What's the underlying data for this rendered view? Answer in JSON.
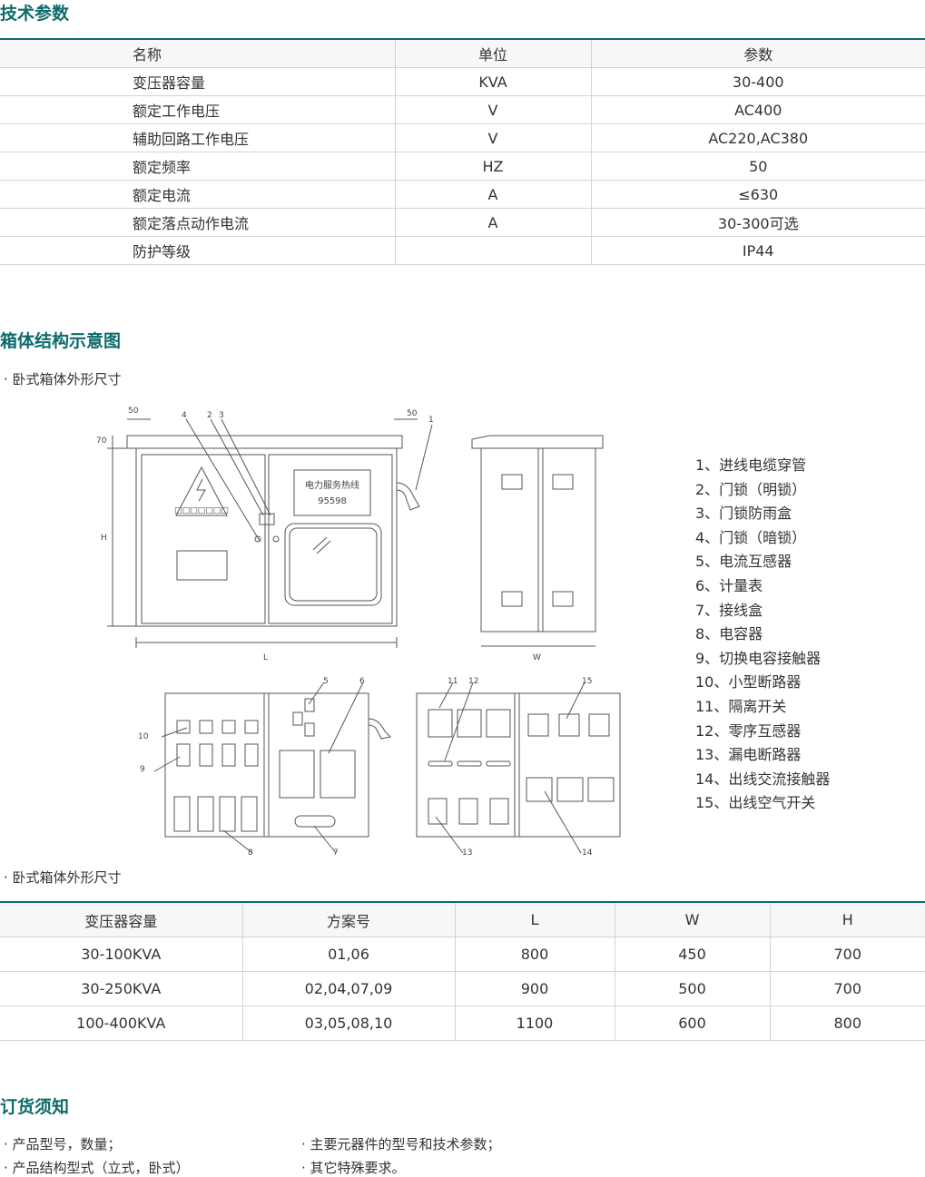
{
  "sections": {
    "tech_title": "技术参数",
    "diagram_title": "箱体结构示意图",
    "order_title": "订货须知"
  },
  "tech_table": {
    "headers": [
      "名称",
      "单位",
      "参数"
    ],
    "rows": [
      [
        "变压器容量",
        "KVA",
        "30-400"
      ],
      [
        "额定工作电压",
        "V",
        "AC400"
      ],
      [
        "辅助回路工作电压",
        "V",
        "AC220,AC380"
      ],
      [
        "额定频率",
        "HZ",
        "50"
      ],
      [
        "额定电流",
        "A",
        "≤630"
      ],
      [
        "额定落点动作电流",
        "A",
        "30-300可选"
      ],
      [
        "防护等级",
        "",
        "IP44"
      ]
    ]
  },
  "diagram": {
    "subtitle": "· 卧式箱体外形尺寸",
    "dims": {
      "top_left": "50",
      "top_right": "50",
      "height_top": "70",
      "h": "H",
      "l": "L",
      "w": "W"
    },
    "front_callouts": [
      "4",
      "2",
      "3",
      "1"
    ],
    "sign_line1": "电力服务热线",
    "sign_line2": "95598",
    "warning_text": "□□□□□□□",
    "left_inner_callouts": [
      "5",
      "6",
      "10",
      "9",
      "8",
      "7"
    ],
    "right_inner_callouts": [
      "11",
      "12",
      "15",
      "13",
      "14"
    ]
  },
  "legend": [
    "1、进线电缆穿管",
    "2、门锁（明锁）",
    "3、门锁防雨盒",
    "4、门锁（暗锁）",
    "5、电流互感器",
    "6、计量表",
    "7、接线盒",
    "8、电容器",
    "9、切换电容接触器",
    "10、小型断路器",
    "11、隔离开关",
    "12、零序互感器",
    "13、漏电断路器",
    "14、出线交流接触器",
    "15、出线空气开关"
  ],
  "dim_table": {
    "subtitle": "· 卧式箱体外形尺寸",
    "headers": [
      "变压器容量",
      "方案号",
      "L",
      "W",
      "H"
    ],
    "rows": [
      [
        "30-100KVA",
        "01,06",
        "800",
        "450",
        "700"
      ],
      [
        "30-250KVA",
        "02,04,07,09",
        "900",
        "500",
        "700"
      ],
      [
        "100-400KVA",
        "03,05,08,10",
        "1100",
        "600",
        "800"
      ]
    ]
  },
  "order_notes": {
    "left": [
      "· 产品型号，数量；",
      "· 产品结构型式（立式，卧式）"
    ],
    "right": [
      "· 主要元器件的型号和技术参数；",
      "· 其它特殊要求。"
    ]
  },
  "colors": {
    "accent": "#0e6b6b",
    "rule": "#0e6b6b",
    "grid": "#d4d4d4",
    "line": "#555555"
  }
}
